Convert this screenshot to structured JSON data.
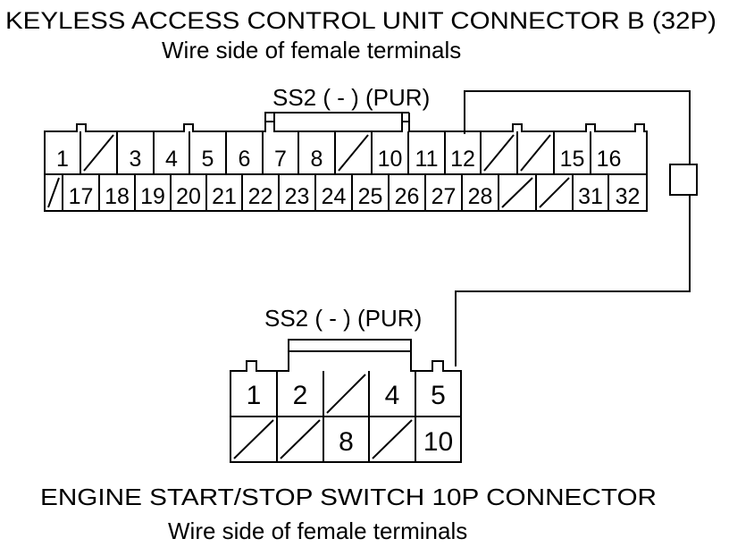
{
  "connector_b": {
    "title": "KEYLESS ACCESS CONTROL UNIT CONNECTOR B (32P)",
    "subtitle": "Wire side of female terminals",
    "wire_label": "SS2 ( - ) (PUR)",
    "row1": [
      "1",
      "",
      "3",
      "4",
      "5",
      "6",
      "7",
      "8",
      "",
      "10",
      "11",
      "12",
      "",
      "",
      "15",
      "16"
    ],
    "row2": [
      "",
      "17",
      "18",
      "19",
      "20",
      "21",
      "22",
      "23",
      "24",
      "25",
      "26",
      "27",
      "28",
      "",
      "",
      "31",
      "32"
    ]
  },
  "switch_connector": {
    "title": "ENGINE START/STOP SWITCH 10P CONNECTOR",
    "subtitle": "Wire side of female terminals",
    "wire_label": "SS2 ( - ) (PUR)",
    "row1": [
      "1",
      "2",
      "",
      "4",
      "5"
    ],
    "row2": [
      "",
      "",
      "8",
      "",
      "10"
    ]
  }
}
